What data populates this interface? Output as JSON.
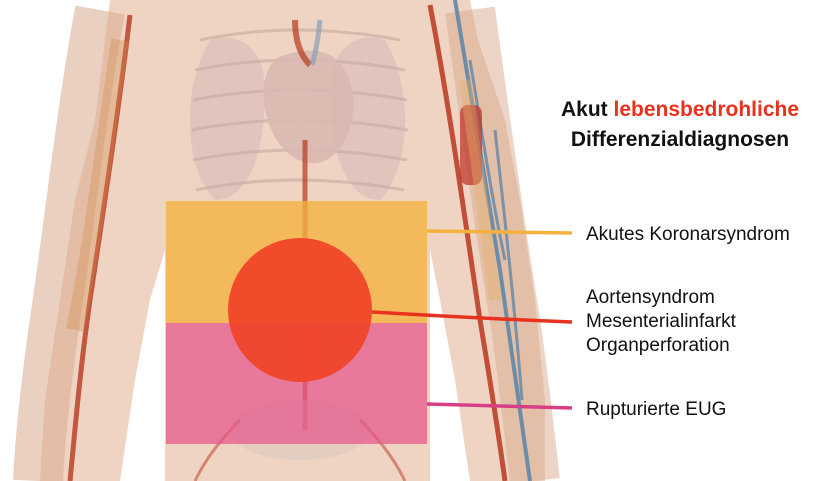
{
  "title": {
    "line1_prefix": "Akut",
    "line1_accent": "lebensbedrohliche",
    "line2": "Differenzialdiagnosen"
  },
  "colors": {
    "accent": "#e8321e",
    "upper_region": "#f5b13e",
    "center_circle": "#f0452a",
    "lower_region": "#e6568a",
    "skin": "#e9c6b3",
    "artery": "#c03a22",
    "vein": "#5f86a6"
  },
  "regions": [
    {
      "name": "upper-abdomen",
      "color": "#f5b13e",
      "labels": [
        "Akutes Koronarsyndrom"
      ]
    },
    {
      "name": "central-abdomen",
      "color": "#f0452a",
      "labels": [
        "Aortensyndrom",
        "Mesenterialinfarkt",
        "Organperforation"
      ]
    },
    {
      "name": "lower-abdomen",
      "color": "#e6568a",
      "labels": [
        "Rupturierte EUG"
      ]
    }
  ]
}
